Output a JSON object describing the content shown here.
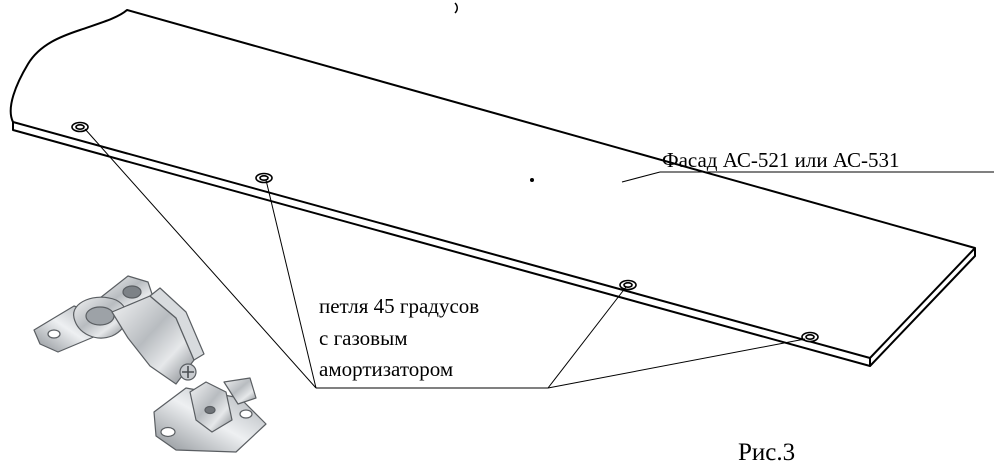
{
  "facade_label": "Фасад АС-521 или АС-531",
  "hinge_label": {
    "line1": "петля 45 градусов",
    "line2": "с газовым",
    "line3": "амортизатором"
  },
  "figure_caption": "Рис.3",
  "hinge_count": 4,
  "colors": {
    "line": "#000000",
    "background": "#ffffff",
    "hinge_metal": "#b8bcc0"
  }
}
